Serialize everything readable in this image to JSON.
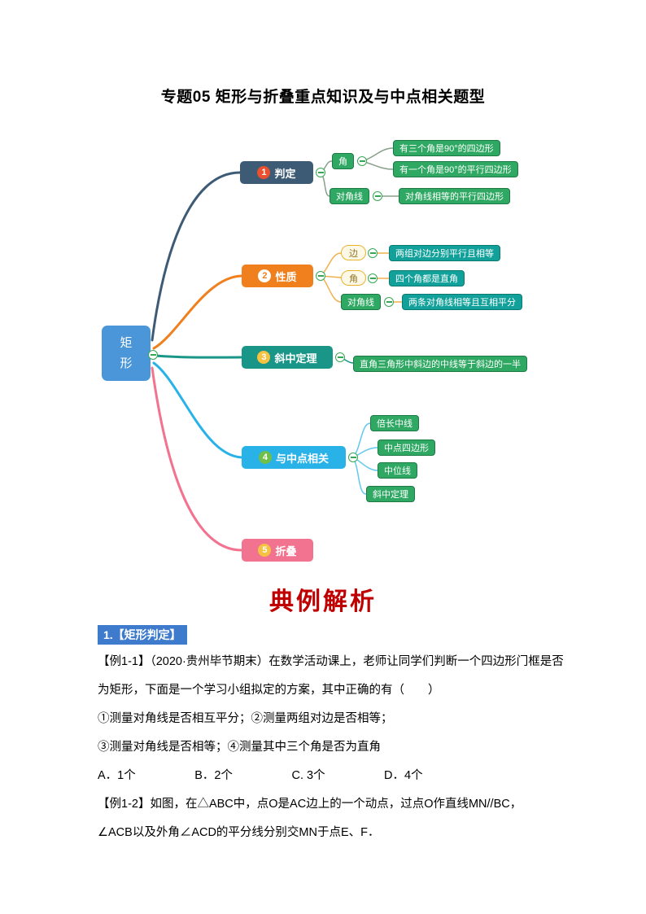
{
  "page": {
    "title": "专题05 矩形与折叠重点知识及与中点相关题型"
  },
  "mindmap": {
    "root": {
      "label": "矩形"
    },
    "branches": [
      {
        "num": "1",
        "label": "判定"
      },
      {
        "num": "2",
        "label": "性质"
      },
      {
        "num": "3",
        "label": "斜中定理"
      },
      {
        "num": "4",
        "label": "与中点相关"
      },
      {
        "num": "5",
        "label": "折叠"
      }
    ],
    "b1": {
      "c1": {
        "label": "角"
      },
      "c1_leaves": [
        "有三个角是90°的四边形",
        "有一个角是90°的平行四边形"
      ],
      "c2": {
        "label": "对角线"
      },
      "c2_leaves": [
        "对角线相等的平行四边形"
      ]
    },
    "b2": {
      "c1": {
        "label": "边",
        "leaf": "两组对边分别平行且相等"
      },
      "c2": {
        "label": "角",
        "leaf": "四个角都是直角"
      },
      "c3": {
        "label": "对角线",
        "leaf": "两条对角线相等且互相平分"
      }
    },
    "b3": {
      "leaf": "直角三角形中斜边的中线等于斜边的一半"
    },
    "b4": {
      "leaves": [
        "倍长中线",
        "中点四边形",
        "中位线",
        "斜中定理"
      ]
    },
    "colors": {
      "root": "#4B96D8",
      "branch1": "#3E5B76",
      "branch2": "#F07F1D",
      "branch3": "#1A9688",
      "branch4": "#29B2E8",
      "branch5": "#F2738F",
      "green_node": "#2EA862",
      "teal_leaf": "#12A19A",
      "heading_red": "#C00000",
      "section_blue": "#3E7BCC"
    }
  },
  "section": {
    "heading": "典例解析",
    "label": "1.【矩形判定】"
  },
  "content": {
    "lines": [
      "【例1-1】（2020·贵州毕节期末）在数学活动课上，老师让同学们判断一个四边形门框是否",
      "为矩形，下面是一个学习小组拟定的方案，其中正确的有（　　）",
      "①测量对角线是否相互平分；②测量两组对边是否相等；",
      "③测量对角线是否相等；④测量其中三个角是否为直角",
      "A．1个　　　　　B．2个　　　　　C. 3个　　　　　D．4个",
      "【例1-2】如图，在△ABC中，点O是AC边上的一个动点，过点O作直线MN//BC，",
      "∠ACB以及外角∠ACD的平分线分别交MN于点E、F．"
    ]
  }
}
